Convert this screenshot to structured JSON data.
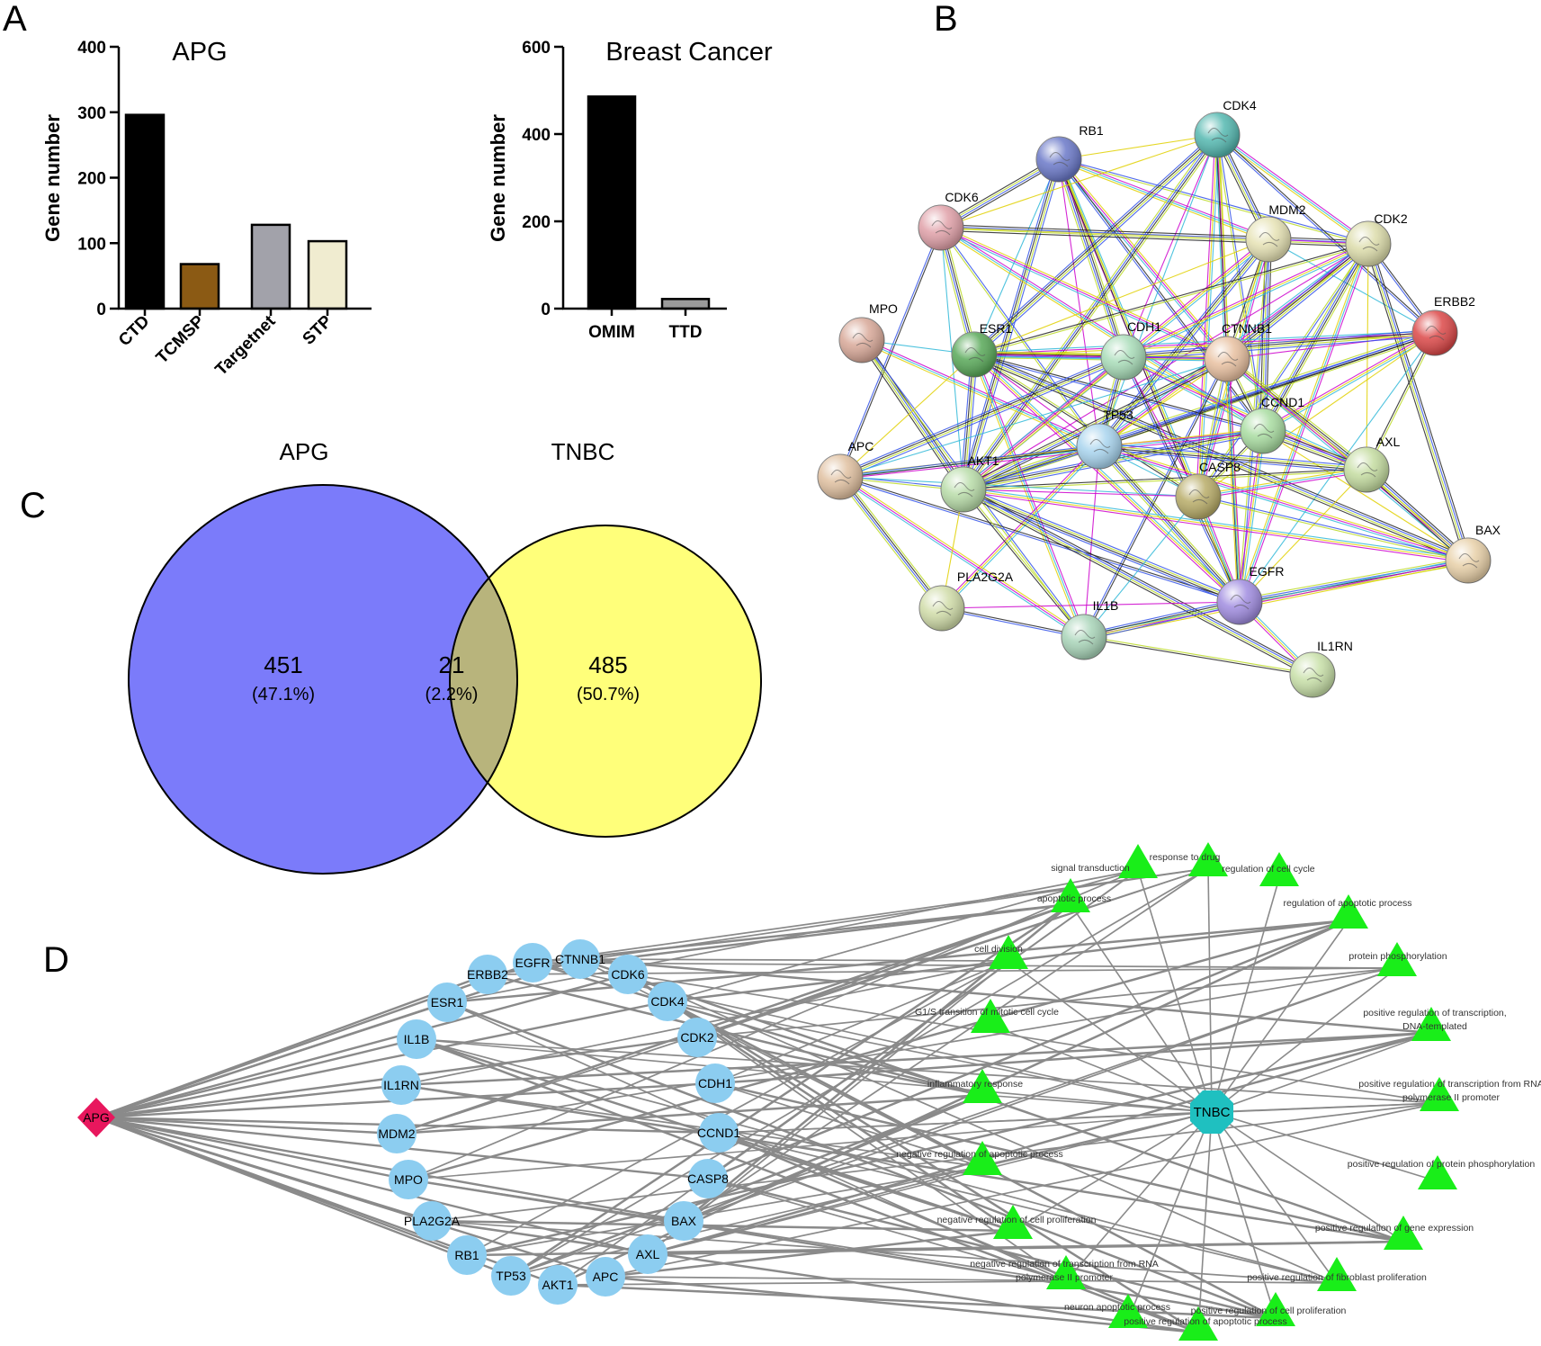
{
  "panels": {
    "A": "A",
    "B": "B",
    "C": "C",
    "D": "D"
  },
  "chart_data": [
    {
      "type": "bar",
      "title": "APG",
      "ylabel": "Gene number",
      "xlabel": "",
      "ylim": [
        0,
        400
      ],
      "yticks": [
        "0",
        "100",
        "200",
        "300",
        "400"
      ],
      "categories": [
        "CTD",
        "TCMSP",
        "Targetnet",
        "STP"
      ],
      "values": [
        296,
        68,
        128,
        103
      ],
      "colors": [
        "#000000",
        "#8b5a14",
        "#a2a2aa",
        "#f0ecd0"
      ]
    },
    {
      "type": "bar",
      "title": "Breast Cancer",
      "ylabel": "Gene number",
      "xlabel": "",
      "ylim": [
        0,
        600
      ],
      "yticks": [
        "0",
        "200",
        "400",
        "600"
      ],
      "categories": [
        "OMIM",
        "TTD"
      ],
      "values": [
        486,
        22
      ],
      "colors": [
        "#000000",
        "#9a9a9a"
      ]
    }
  ],
  "venn": {
    "left_label": "APG",
    "right_label": "TNBC",
    "left_only": "451",
    "left_only_pct": "(47.1%)",
    "overlap": "21",
    "overlap_pct": "(2.2%)",
    "right_only": "485",
    "right_only_pct": "(50.7%)",
    "colors": {
      "left": "#7b7bfa",
      "right": "#ffff7a",
      "overlap": "#b8b47c"
    }
  },
  "ppi": {
    "nodes": [
      {
        "id": "RB1",
        "color": "#6a78c8"
      },
      {
        "id": "CDK4",
        "color": "#54b8b0"
      },
      {
        "id": "CDK6",
        "color": "#e0a0a8"
      },
      {
        "id": "MDM2",
        "color": "#e6e2b4"
      },
      {
        "id": "CDK2",
        "color": "#dcdcaa"
      },
      {
        "id": "ERBB2",
        "color": "#dc4848"
      },
      {
        "id": "MPO",
        "color": "#d8a898"
      },
      {
        "id": "ESR1",
        "color": "#58a858"
      },
      {
        "id": "CDH1",
        "color": "#a8dcb8"
      },
      {
        "id": "CTNNB1",
        "color": "#e8c0a0"
      },
      {
        "id": "CCND1",
        "color": "#a8dca0"
      },
      {
        "id": "TP53",
        "color": "#a8d4ee"
      },
      {
        "id": "AXL",
        "color": "#c4dca0"
      },
      {
        "id": "APC",
        "color": "#e0c0a0"
      },
      {
        "id": "AKT1",
        "color": "#b8dca8"
      },
      {
        "id": "CASP8",
        "color": "#b8ac68"
      },
      {
        "id": "BAX",
        "color": "#e8d0a8"
      },
      {
        "id": "PLA2G2A",
        "color": "#d0dca8"
      },
      {
        "id": "EGFR",
        "color": "#a08ce0"
      },
      {
        "id": "IL1B",
        "color": "#a8d4b8"
      },
      {
        "id": "IL1RN",
        "color": "#c8e0a8"
      }
    ]
  },
  "network": {
    "hub_left": "APG",
    "hub_right": "TNBC",
    "genes": [
      "EGFR",
      "CTNNB1",
      "CDK6",
      "CDK4",
      "CDK2",
      "CDH1",
      "CCND1",
      "CASP8",
      "BAX",
      "AXL",
      "APC",
      "AKT1",
      "TP53",
      "RB1",
      "PLA2G2A",
      "MPO",
      "MDM2",
      "IL1RN",
      "IL1B",
      "ESR1",
      "ERBB2"
    ],
    "terms": [
      "response to drug",
      "signal transduction",
      "regulation of cell cycle",
      "apoptotic process",
      "regulation of apoptotic process",
      "cell division",
      "protein phosphorylation",
      "G1/S transition of mitotic cell cycle",
      "positive regulation of transcription,",
      "DNA-templated",
      "inflammatory response",
      "positive regulation of transcription from RNA",
      "polymerase II promoter",
      "negative regulation of apoptotic process",
      "positive regulation of protein phosphorylation",
      "negative regulation of cell proliferation",
      "positive regulation of gene expression",
      "negative regulation of transcription from RNA",
      "polymerase II promoter",
      "positive regulation of fibroblast proliferation",
      "neuron apoptotic process",
      "positive regulation of cell proliferation",
      "positive regulation of apoptotic process"
    ],
    "colors": {
      "gene": "#8ccdf0",
      "term": "#19ee19",
      "apg": "#e8175d",
      "tnbc": "#1fc0c0",
      "edge": "#8a8a8a"
    }
  }
}
